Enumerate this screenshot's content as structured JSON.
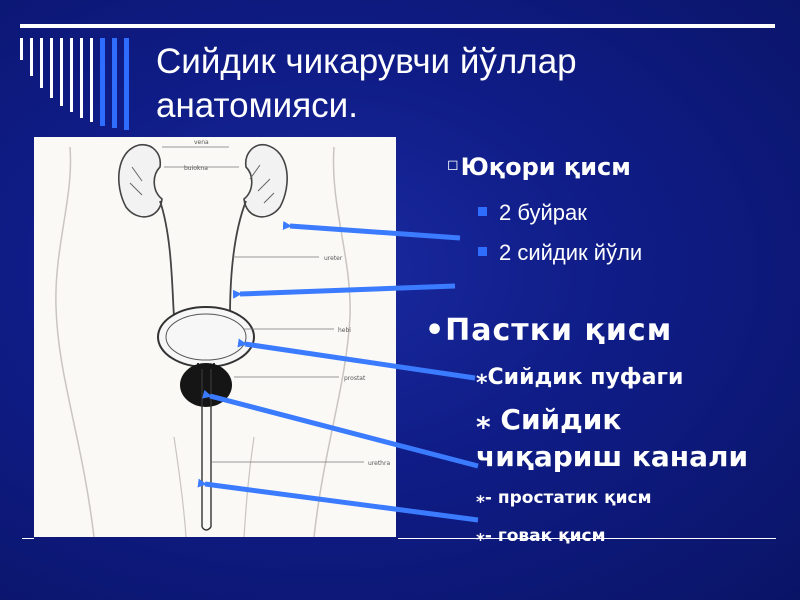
{
  "slide": {
    "title_line1": "Сийдик чикарувчи йўллар",
    "title_line2": "анатомияси."
  },
  "figure": {
    "labels": [
      "vena",
      "buiokna",
      "ureter",
      "hebi",
      "prostat",
      "urethra"
    ]
  },
  "upper": {
    "marker": "◻",
    "heading": "Юқори қисм",
    "items": [
      "2 буйрак",
      "2 сийдик йўли"
    ]
  },
  "lower": {
    "heading": "•Пастки қисм",
    "items": [
      "⁎Сийдик пуфаги",
      "⁎ Сийдик",
      "чиқариш канали",
      "⁎- простатик қисм",
      "⁎- говак қисм"
    ]
  },
  "colors": {
    "arrow": "#3b7bff",
    "bullet": "#2f6dff",
    "background": "#0f1c86"
  }
}
